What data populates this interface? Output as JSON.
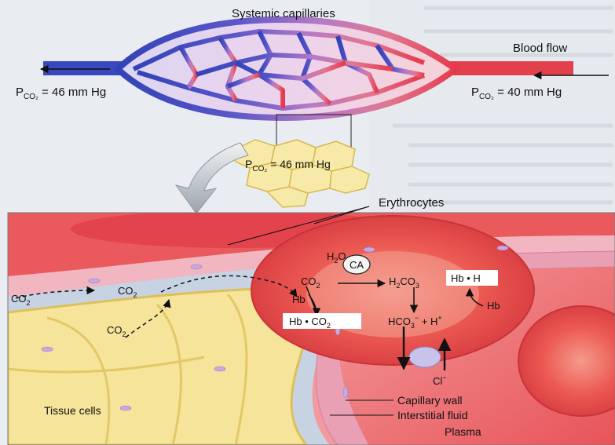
{
  "labels": {
    "systemic_capillaries": "Systemic capillaries",
    "blood_flow": "Blood flow",
    "p_left": {
      "main": "P",
      "sub": "CO₂",
      "rest": " = 46 mm Hg"
    },
    "p_right": {
      "main": "P",
      "sub": "CO₂",
      "rest": " = 40 mm Hg"
    },
    "p_tissue": {
      "main": "P",
      "sub": "CO₂",
      "rest": " = 46 mm Hg"
    },
    "erythrocytes": "Erythrocytes",
    "capillary_wall": "Capillary wall",
    "interstitial_fluid": "Interstitial fluid",
    "tissue_cells": "Tissue cells",
    "plasma": "Plasma"
  },
  "chemistry": {
    "co2_tissue_left": {
      "main": "CO",
      "sub": "2"
    },
    "co2_interstitial": {
      "main": "CO",
      "sub": "2"
    },
    "co2_plasma_lower": {
      "main": "CO",
      "sub": "2"
    },
    "h2o": {
      "a": "H",
      "sub": "2",
      "b": "O"
    },
    "ca": "CA",
    "co2_rbc": {
      "main": "CO",
      "sub": "2"
    },
    "h2co3": {
      "a": "H",
      "sub1": "2",
      "b": "CO",
      "sub2": "3"
    },
    "hb_h_box": "Hb • H",
    "hb_left": "Hb",
    "hb_right": "Hb",
    "hb_co2_box": {
      "main": "Hb • CO",
      "sub": "2"
    },
    "hco3_h": {
      "a": "HCO",
      "sub": "3",
      "sup1": "−",
      "b": " + H",
      "sup2": "+"
    },
    "cl": {
      "main": "Cl",
      "sup": "−"
    }
  },
  "colors": {
    "venous_blue": "#3c4fc1",
    "arterial_red": "#e2404e",
    "capillary_purple": "#a775c7",
    "erythrocyte_red": "#ee4a4c",
    "tissue_yellow": "#f6e49a"
  }
}
